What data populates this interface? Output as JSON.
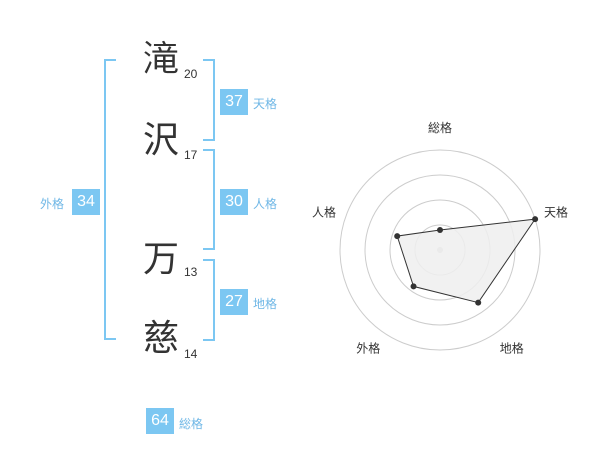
{
  "name": {
    "chars": [
      {
        "kanji": "滝",
        "strokes": "20"
      },
      {
        "kanji": "沢",
        "strokes": "17"
      },
      {
        "kanji": "万",
        "strokes": "13"
      },
      {
        "kanji": "慈",
        "strokes": "14"
      }
    ]
  },
  "kakusu": {
    "tenkaku": {
      "value": "37",
      "label": "天格"
    },
    "jinkaku": {
      "value": "30",
      "label": "人格"
    },
    "chikaku": {
      "value": "27",
      "label": "地格"
    },
    "gaikaku": {
      "value": "34",
      "label": "外格"
    },
    "soukaku": {
      "value": "64",
      "label": "総格"
    }
  },
  "chart_data": {
    "type": "radar",
    "axes": [
      "総格",
      "天格",
      "地格",
      "外格",
      "人格"
    ],
    "values": [
      0.2,
      1.0,
      0.65,
      0.45,
      0.45
    ],
    "max": 1.0,
    "rings": 4,
    "colors": {
      "fill": "#eeeeee",
      "stroke": "#333333",
      "grid": "#cccccc",
      "accent": "#7cc7f2"
    }
  }
}
